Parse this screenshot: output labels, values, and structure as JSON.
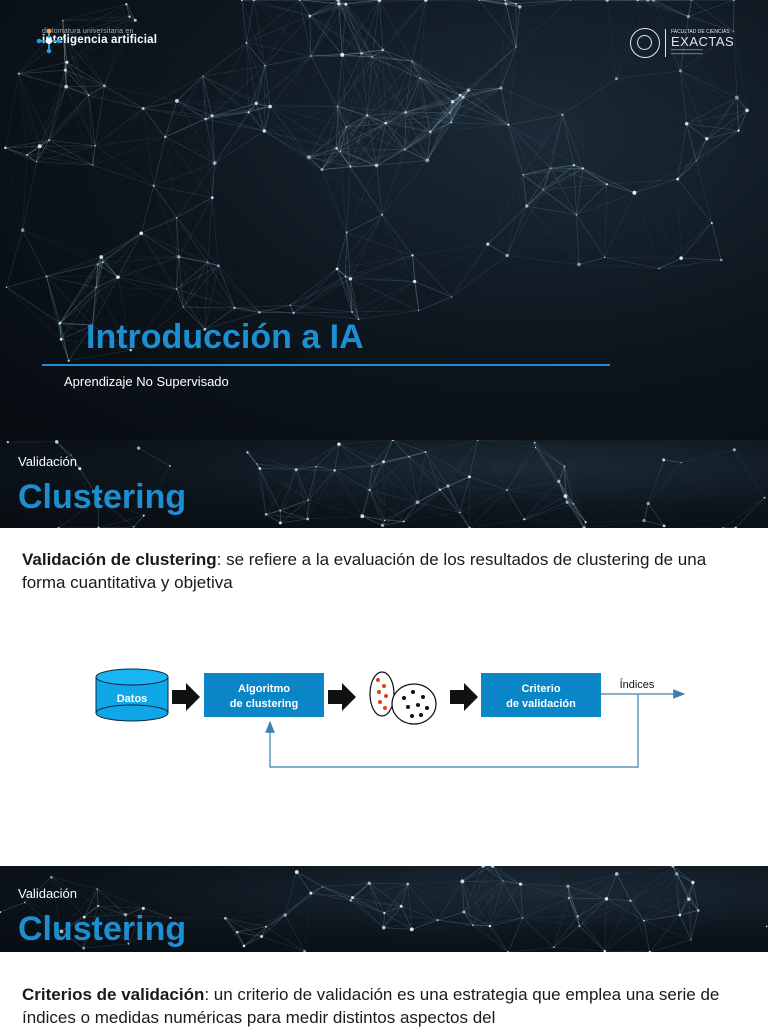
{
  "cover": {
    "brand_line1": "diplomatura universitaria en",
    "brand_line2": "inteligencia artificial",
    "exactas_top": "FACULTAD DE CIENCIAS",
    "exactas_word": "EXACTAS",
    "title": "Introducción a IA",
    "subtitle": "Aprendizaje No Supervisado"
  },
  "slide1": {
    "section": "Validación",
    "title": "Clustering",
    "term": "Validación de clustering",
    "text": ": se refiere a la evaluación de los resultados de clustering de una forma cuantitativa y objetiva"
  },
  "diagram": {
    "datos": "Datos",
    "algoritmo_l1": "Algoritmo",
    "algoritmo_l2": "de clustering",
    "criterio_l1": "Criterio",
    "criterio_l2": "de validación",
    "indices": "Índices"
  },
  "slide2": {
    "section": "Validación",
    "title": "Clustering",
    "term": "Criterios de validación",
    "text": ": un criterio de validación es una estrategia que emplea una serie de índices o medidas numéricas para medir distintos aspectos del"
  },
  "colors": {
    "accent": "#1d8fd0",
    "box": "#0a86c6",
    "background_dark": "#0b1218"
  }
}
